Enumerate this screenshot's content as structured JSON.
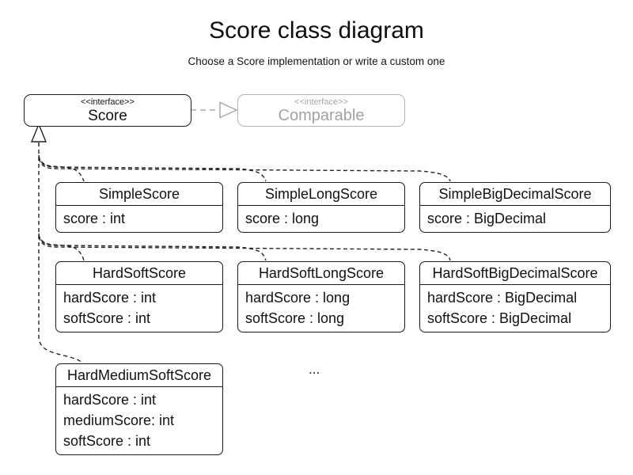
{
  "title": "Score class diagram",
  "subtitle": "Choose a Score implementation or write a custom one",
  "interfaces": {
    "score": {
      "stereotype": "<<interface>>",
      "name": "Score"
    },
    "comparable": {
      "stereotype": "<<interface>>",
      "name": "Comparable"
    }
  },
  "classes": [
    {
      "name": "SimpleScore",
      "attributes": [
        "score : int"
      ]
    },
    {
      "name": "SimpleLongScore",
      "attributes": [
        "score : long"
      ]
    },
    {
      "name": "SimpleBigDecimalScore",
      "attributes": [
        "score : BigDecimal"
      ]
    },
    {
      "name": "HardSoftScore",
      "attributes": [
        "hardScore : int",
        "softScore : int"
      ]
    },
    {
      "name": "HardSoftLongScore",
      "attributes": [
        "hardScore : long",
        "softScore : long"
      ]
    },
    {
      "name": "HardSoftBigDecimalScore",
      "attributes": [
        "hardScore : BigDecimal",
        "softScore : BigDecimal"
      ]
    },
    {
      "name": "HardMediumSoftScore",
      "attributes": [
        "hardScore : int",
        "mediumScore: int",
        "softScore : int"
      ]
    }
  ],
  "ellipsis": "...",
  "colors": {
    "line": "#222222",
    "muted_line": "#a8a8a8",
    "muted_text": "#a2a2a2"
  }
}
